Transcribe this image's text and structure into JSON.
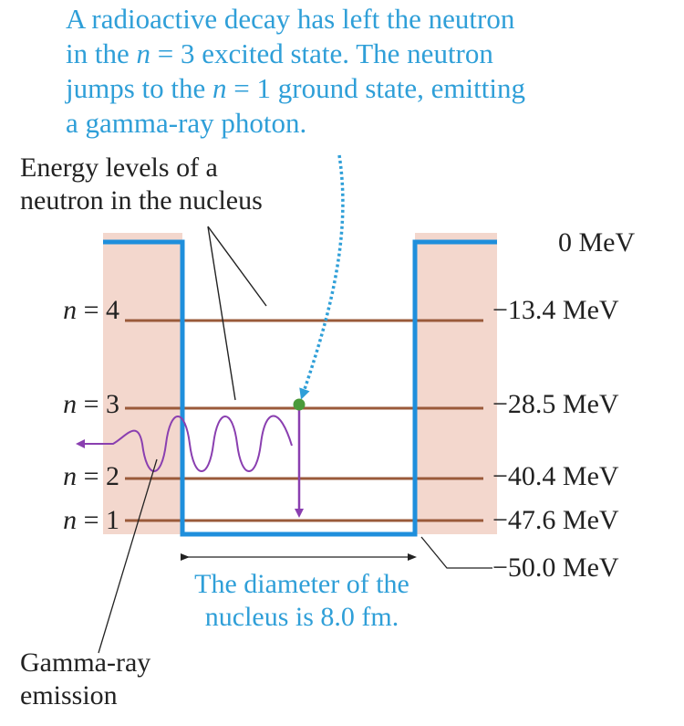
{
  "colors": {
    "well_blue": "#1f8fdc",
    "shade": "#f3d7cd",
    "level_brown": "#9a5a3a",
    "arrow_purple": "#8a3fb0",
    "dot_green": "#4a9a3a",
    "caption_blue": "#2f9fd8"
  },
  "top_caption": [
    "A radioactive decay has left the neutron",
    {
      "pre": "in the ",
      "var": "n",
      "post": " = 3 excited state. The neutron"
    },
    {
      "pre": "jumps to the ",
      "var": "n",
      "post": " = 1 ground state, emitting"
    },
    "a gamma-ray photon."
  ],
  "levels_label": [
    "Energy levels of a",
    "neutron in the nucleus"
  ],
  "energy_levels": [
    {
      "n": "n",
      "eq": " = 4",
      "energy": "−13.4 MeV",
      "value_mev": -13.4
    },
    {
      "n": "n",
      "eq": " = 3",
      "energy": "−28.5 MeV",
      "value_mev": -28.5
    },
    {
      "n": "n",
      "eq": " = 2",
      "energy": "−40.4 MeV",
      "value_mev": -40.4
    },
    {
      "n": "n",
      "eq": " = 1",
      "energy": "−47.6 MeV",
      "value_mev": -47.6
    }
  ],
  "well_top_label": "0 MeV",
  "well_bottom_label": "−50.0 MeV",
  "diameter_caption": [
    "The diameter of the",
    "nucleus is 8.0 fm."
  ],
  "gamma_label": [
    "Gamma-ray",
    "emission"
  ]
}
